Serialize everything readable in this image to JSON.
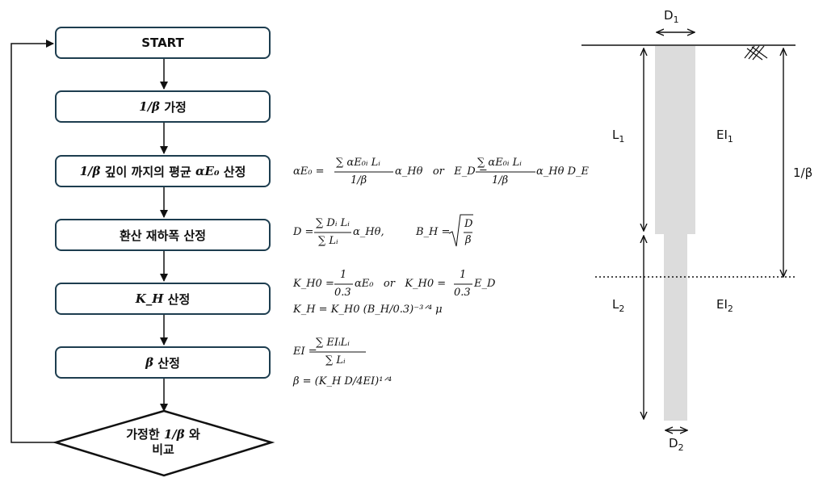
{
  "flowchart": {
    "steps": [
      {
        "id": "start",
        "label": "START"
      },
      {
        "id": "assume",
        "math": "1/β",
        "label": " 가정"
      },
      {
        "id": "avg-modulus",
        "math": "1/β",
        "label": " 깊이 까지의 평균 ",
        "math2": "αE₀",
        "label2": " 산정"
      },
      {
        "id": "width",
        "label": "환산 재하폭 산정"
      },
      {
        "id": "kh",
        "math": "K_H",
        "label": " 산정"
      },
      {
        "id": "beta",
        "math": "β",
        "label": " 산정"
      }
    ],
    "decision": {
      "line1_pre": "가정한 ",
      "line1_math": "1/β",
      "line1_post": " 와",
      "line2": "비교"
    }
  },
  "equations": {
    "e1_left": "αE₀ = ",
    "e1_num": "∑ αE₀ᵢ Lᵢ",
    "e1_den": "1/β",
    "e1_mid": "α_Hθ   or   E_D = ",
    "e1_num2": "∑ αE₀ᵢ Lᵢ",
    "e1_den2": "1/β",
    "e1_end": "α_Hθ D_E",
    "e2_left": "D = ",
    "e2_num": "∑ Dᵢ Lᵢ",
    "e2_den": "∑ Lᵢ",
    "e2_mid": "α_Hθ,",
    "e2_bh": "B_H = ",
    "e2_rad_num": "D",
    "e2_rad_den": "β",
    "e3_left": "K_H0 = ",
    "e3_num": "1",
    "e3_den": "0.3",
    "e3_mid": "αE₀   or   K_H0 = ",
    "e3_num2": "1",
    "e3_den2": "0.3",
    "e3_end": "E_D",
    "e4": "K_H = K_H0 (B_H/0.3)⁻³ᐟ⁴ μ",
    "e5_left": "EI = ",
    "e5_num": "∑ EIᵢLᵢ",
    "e5_den": "∑ Lᵢ",
    "e6": "β = (K_H D/4EI)¹ᐟ⁴"
  },
  "pile": {
    "d1": "D",
    "d1_sub": "1",
    "d2": "D",
    "d2_sub": "2",
    "l1": "L",
    "l1_sub": "1",
    "l2": "L",
    "l2_sub": "2",
    "ei1": "EI",
    "ei1_sub": "1",
    "ei2": "EI",
    "ei2_sub": "2",
    "depth": "1/β",
    "fill_color": "#dcdcdc"
  },
  "colors": {
    "box_border": "#1d3d4f",
    "line": "#111111"
  }
}
